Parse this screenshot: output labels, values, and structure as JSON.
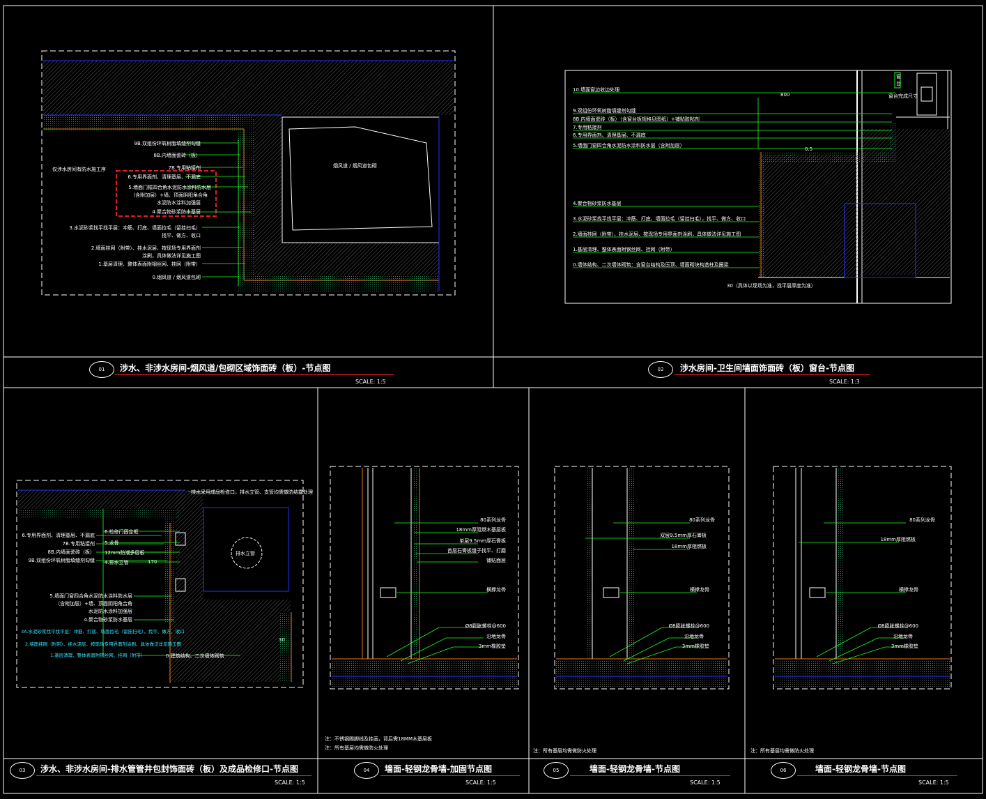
{
  "panels": [
    {
      "num": "01",
      "title": "涉水、非涉水房间-烟风道/包砌区域饰面砖（板）-节点图",
      "scale_label": "SCALE:",
      "scale": "1:5"
    },
    {
      "num": "02",
      "title": "涉水房间-卫生间墙面饰面砖（板）窗台-节点图",
      "scale_label": "SCALE:",
      "scale": "1:3"
    },
    {
      "num": "03",
      "title": "涉水、非涉水房间-排水管管井包封饰面砖（板）及成品检修口-节点图",
      "scale_label": "SCALE:",
      "scale": "1:5"
    },
    {
      "num": "04",
      "title": "墙面-轻钢龙骨墙-加固节点图",
      "scale_label": "SCALE:",
      "scale": "1:5"
    },
    {
      "num": "05",
      "title": "墙面-轻钢龙骨墙-节点图",
      "scale_label": "SCALE:",
      "scale": "1:5"
    },
    {
      "num": "06",
      "title": "墙面-轻钢龙骨墙-节点图",
      "scale_label": "SCALE:",
      "scale": "1:5"
    }
  ],
  "p1": {
    "duct_label": "烟风道 / 烟风道包砌",
    "highlight_note": "仅涉水房间有防水施工序",
    "labels": [
      "9B.双组份环氧树脂填缝剂勾缝",
      "8B.内墙面瓷砖（板）",
      "7B.专用粘接剂",
      "6.专用界面剂、清理基层、不漏底",
      "5.墙面门框四合角水泥防水涂料防水层",
      "（含附加层）+墙、顶面阴阳角合角",
      "水泥防水涂料加强层",
      "4.聚合物砂浆防水基层",
      "3.水泥砂浆找平找平层：冲筋、打底、墙面拉毛（留挂扫毛）",
      "找平、做方、收口",
      "2.墙面挂网（附带）、挂水泥层、按现场专用界面剂",
      "涂刷，具体做法详见施工图",
      "1.基层清理、整体表面附钢丝网、挂网（附带）",
      "0.烟风道 / 烟风道包砌"
    ]
  },
  "p2": {
    "top_labels": [
      "窗",
      "台",
      "窗台完成尺寸"
    ],
    "dim_800": "800",
    "dim_0": "0.5",
    "labels": [
      "10.墙面窗边收边处理",
      "9.双组份环氧树脂填缝剂勾缝",
      "8B.内墙面瓷砖（板）（含窗台板规格见图纸）+铺贴胶粘剂",
      "7.专用粘接剂",
      "6.专用界面剂、清理基层、不漏底",
      "5.墙面门窗四合角水泥防水涂料防水层（含附加层）",
      "4.聚合物砂浆防水基层",
      "3.水泥砂浆找平找平层：冲筋、打底、墙面拉毛（留挂扫毛），找平、做方、收口",
      "2.墙面挂网（附带）、挂水泥层、按现场专用界面剂涂刷，具体做法详见施工图",
      "1.基层清理、整体表面附钢丝网、挂网（附带）",
      "0.墙体结构、二次墙体砌筑：含窗台结构及压顶、墙面砌块构造柱及圈梁"
    ],
    "bottom_dim": "30（具体以现场为准，找平层厚度为准）"
  },
  "p3": {
    "pipe_label": "排水立管",
    "top_note": "排水采用成品检修口，排水立管、支管均需做防结露处理",
    "dim": "170",
    "dim30": "30",
    "labels": [
      "6.专用界面剂、清理基层、不漏底",
      "7B.专用粘接剂",
      "8B.内墙面瓷砖（板）",
      "9B.双组份环氧树脂填缝剂勾缝",
      "6.检修门固定框",
      "5.龙骨",
      "12mm防潮多层板",
      "4.排水立管",
      "5.墙面门窗四合角水泥防水涂料防水层",
      "（含附加层）+墙、顶面阴阳角合角",
      "水泥防水涂料加强层",
      "4.聚合物砂浆防水基层",
      "0.建筑结构、二次墙体砌筑"
    ],
    "cyan_labels": [
      "3A.水泥砂浆找平找平层：冲筋、打底、墙面拉毛（留挂扫毛），找平、做方、收口",
      "2.墙面挂网（附带）、挂水泥层、按现场专用界面剂涂刷，具体做法详见施工图",
      "1.基层清理、整体表面附钢丝网、挂网（附带）"
    ]
  },
  "p4": {
    "labels": [
      "80系列龙骨",
      "18mm厚阻燃木基层板",
      "单层9.5mm厚石膏板",
      "首层石膏板缝子找平、打磨",
      "铺贴面层",
      "横撑龙骨",
      "Ø8膨胀螺栓@600",
      "沿地龙骨",
      "3mm橡胶垫"
    ],
    "note1": "注：不锈钢踢脚线及挂画，背后需18MM木基层板",
    "note2": "注：所有基层均需做防火处理"
  },
  "p5": {
    "labels": [
      "80系列龙骨",
      "双层9.5mm厚石膏板",
      "18mm厚阻燃板",
      "横撑龙骨",
      "Ø8膨胀螺栓@600",
      "沿地龙骨",
      "3mm橡胶垫"
    ],
    "note": "注：所有基层均需做防火处理"
  },
  "p6": {
    "labels": [
      "80系列龙骨",
      "18mm厚阻燃板",
      "横撑龙骨",
      "Ø8膨胀螺栓@600",
      "沿地龙骨",
      "3mm橡胶垫"
    ],
    "note": "注：所有基层均需做防火处理"
  },
  "colors": {
    "bg": "#000000",
    "frame": "#ffffff",
    "leader": "#22ff22",
    "blue": "#2233ff",
    "orange": "#e07a20",
    "red": "#e02020",
    "cyan": "#33e6ff",
    "hatch": "#4a4a4a"
  }
}
